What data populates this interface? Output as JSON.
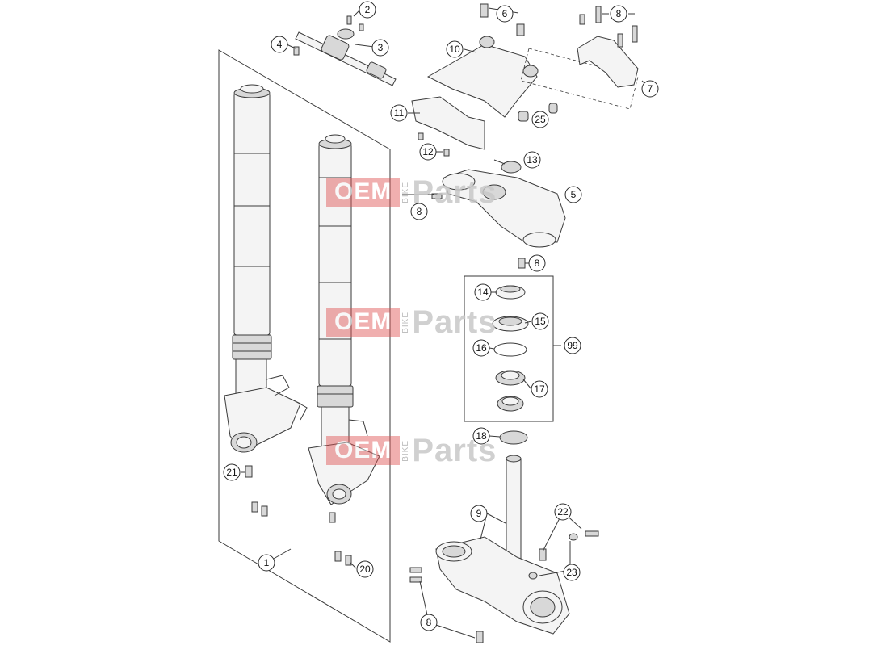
{
  "watermark": {
    "left": "OEM",
    "middle": "BIKE",
    "right": "Parts"
  },
  "callouts": {
    "c1": "1",
    "c2": "2",
    "c3": "3",
    "c4": "4",
    "c5": "5",
    "c6": "6",
    "c7": "7",
    "c8a": "8",
    "c8b": "8",
    "c8c": "8",
    "c8d": "8",
    "c9": "9",
    "c10": "10",
    "c11": "11",
    "c12": "12",
    "c13": "13",
    "c14": "14",
    "c15": "15",
    "c16": "16",
    "c17": "17",
    "c18": "18",
    "c20": "20",
    "c21": "21",
    "c22": "22",
    "c23": "23",
    "c25": "25",
    "c99": "99"
  },
  "colors": {
    "line": "#3a3a3a",
    "part_fill": "#f4f4f4",
    "part_shade": "#d6d6d6",
    "watermark_red": "#e05050"
  }
}
